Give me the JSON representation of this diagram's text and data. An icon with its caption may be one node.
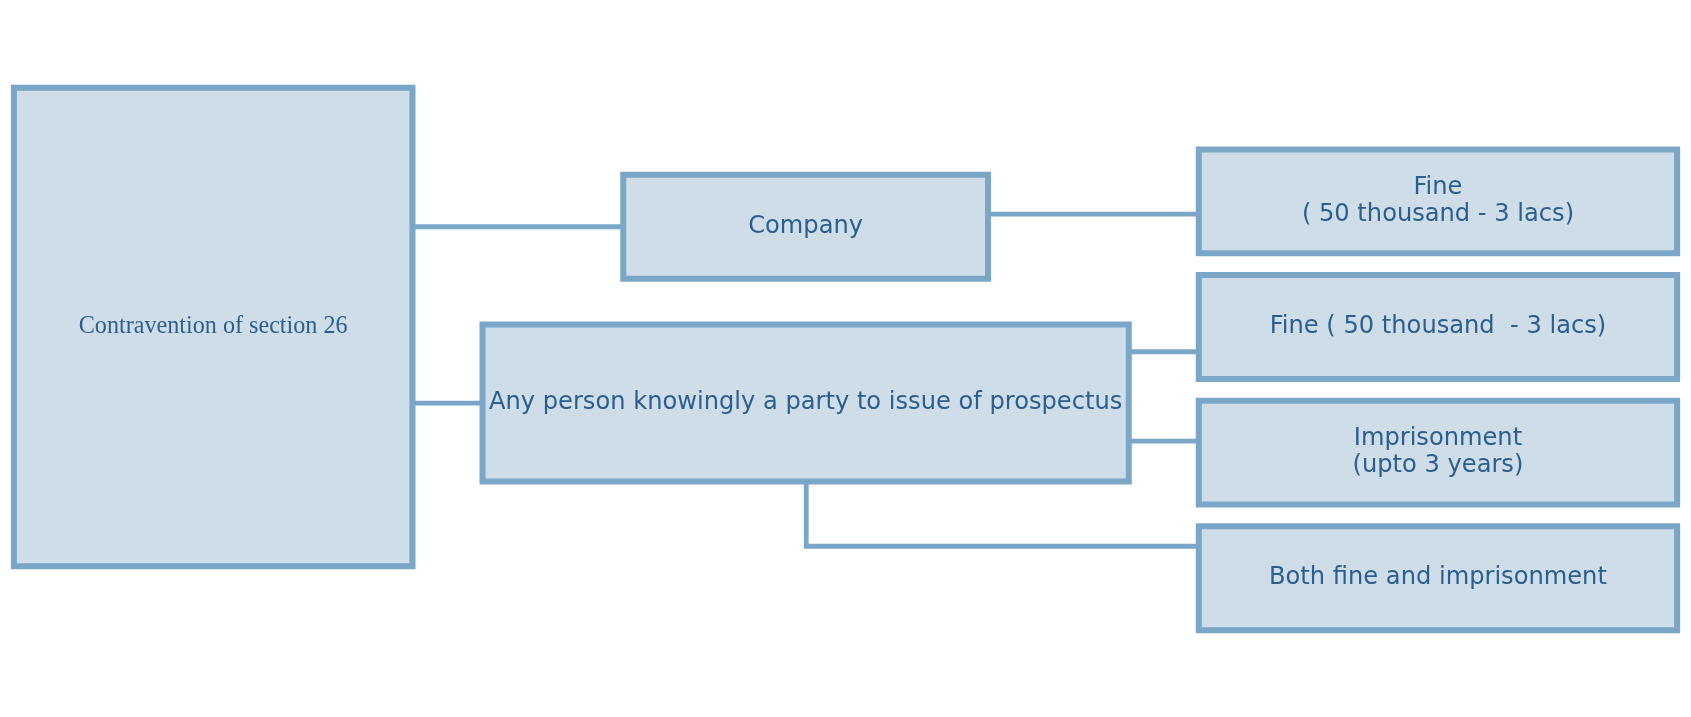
{
  "diagram": {
    "nodes": [
      {
        "text": [
          "Contravention of section 26"
        ]
      },
      {
        "text": [
          "Company"
        ]
      },
      {
        "text": [
          "Any person knowingly a party to issue of prospectus"
        ]
      },
      {
        "text": [
          "Fine",
          "( 50 thousand - 3 lacs)"
        ]
      },
      {
        "text": [
          "Fine ( 50 thousand  - 3 lacs)"
        ]
      },
      {
        "text": [
          "Imprisonment",
          "(upto 3 years)"
        ]
      },
      {
        "text": [
          "Both fine and imprisonment"
        ]
      }
    ],
    "edges": [
      {
        "from": 0,
        "to": 1,
        "arrow": "none"
      },
      {
        "from": 0,
        "to": 2,
        "arrow": "none"
      },
      {
        "from": 1,
        "to": 3,
        "arrow": "none"
      },
      {
        "from": 2,
        "to": 4,
        "arrow": "none"
      },
      {
        "from": 2,
        "to": 5,
        "arrow": "none"
      },
      {
        "from": 2,
        "to": 6,
        "arrow": "none"
      }
    ]
  }
}
